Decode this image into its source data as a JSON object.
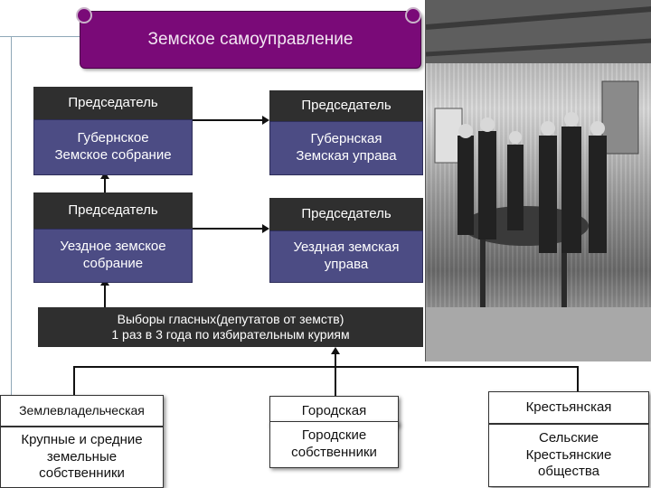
{
  "title": "Земское самоуправление",
  "left_column": {
    "top_chair": "Председатель",
    "gubernia_assembly": "Губернское\nЗемское собрание",
    "uezd_chair": "Председатель",
    "uezd_assembly": "Уездное земское\nсобрание"
  },
  "right_column": {
    "top_chair": "Председатель",
    "gubernia_board": "Губернская\nЗемская управа",
    "uezd_chair": "Председатель",
    "uezd_board": "Уездная земская\nуправа"
  },
  "elections": "Выборы гласных(депутатов от земств)\n1 раз в 3 года по избирательным куриям",
  "curiae": [
    {
      "name": "Землевладельческая",
      "members": "Крупные и средние\nземельные\nсобственники"
    },
    {
      "name": "Городская",
      "members": "Городские\nсобственники"
    },
    {
      "name": "Крестьянская",
      "members": "Сельские\nКрестьянские\nобщества"
    }
  ],
  "colors": {
    "banner": "#7a0a78",
    "dark_box": "#2f2f2f",
    "blue_box": "#4c4c84"
  }
}
